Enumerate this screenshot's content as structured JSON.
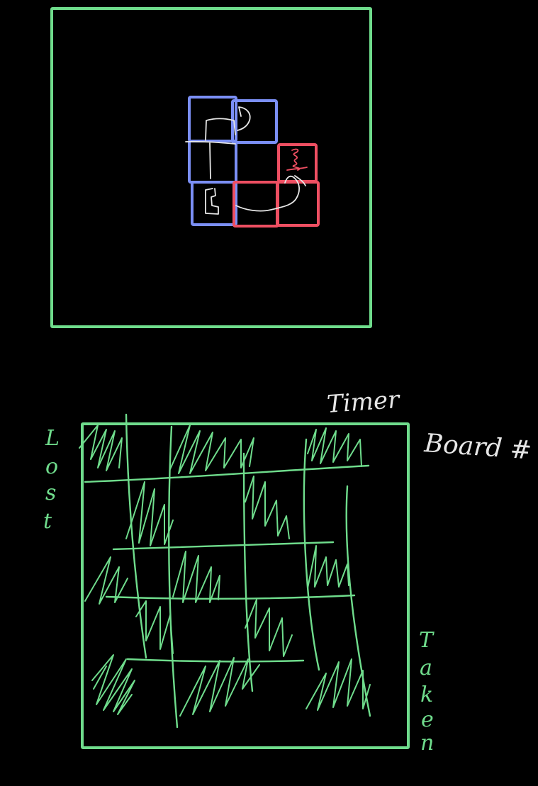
{
  "colors": {
    "background": "#000000",
    "frame": "#6fdc8c",
    "blue_piece": "#7b8ff5",
    "red_piece": "#ee4f62",
    "white_ink": "#e6e6e6"
  },
  "top_panel": {
    "content": "Sketch of tetromino-like shapes: blue cells on the left, red cells on the right, connected by a white hand-drawn path."
  },
  "bottom_panel": {
    "timer_label": "Timer",
    "board_label": "Board #",
    "lost_label": "Lost",
    "lost_letters": [
      "L",
      "o",
      "s",
      "t"
    ],
    "taken_label": "Taken",
    "taken_letters": [
      "T",
      "a",
      "k",
      "e",
      "n"
    ]
  }
}
